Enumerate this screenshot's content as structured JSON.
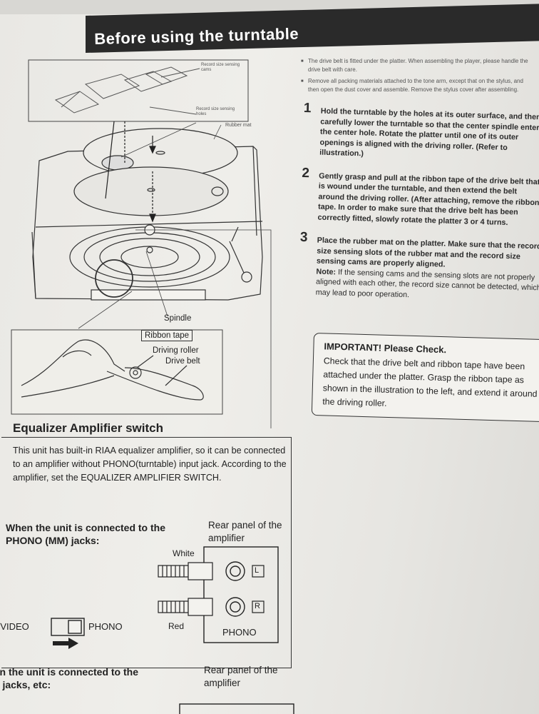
{
  "title": "Before using the turntable",
  "notes": [
    "The drive belt is fitted under the platter. When assembling the player, please handle the drive belt with care.",
    "Remove all packing materials attached to the tone arm, except that on the stylus, and then open the dust cover and assemble. Remove the stylus cover after assembling."
  ],
  "steps": [
    {
      "num": "1",
      "text": "Hold the turntable by the holes at its outer surface, and then carefully lower the turntable so that the center spindle enters the center hole. Rotate the platter until one of its outer openings is aligned with the driving roller. (Refer to illustration.)"
    },
    {
      "num": "2",
      "text": "Gently grasp and pull at the ribbon tape of the drive belt that is wound under the turntable, and then extend the belt around the driving roller. (After attaching, remove the ribbon tape. In order to make sure that the drive belt has been correctly fitted, slowly rotate the platter 3 or 4 turns."
    },
    {
      "num": "3",
      "text": "Place the rubber mat on the platter. Make sure that the record size sensing slots of the rubber mat and the record size sensing cams are properly aligned.",
      "note_label": "Note:",
      "note": "If the sensing cams and the sensing slots are not properly aligned with each other, the record size cannot be detected, which may lead to poor operation."
    }
  ],
  "important": {
    "heading": "IMPORTANT!  Please Check.",
    "text": "Check that the drive belt and ribbon tape have been attached under the platter. Grasp the ribbon tape as shown in the illustration to the left, and extend it around the driving roller."
  },
  "diagram_labels": {
    "record_size_cams": "Record size sensing cams",
    "record_size_holes": "Record size sensing holes",
    "rubber_mat": "Rubber mat",
    "spindle": "Spindle",
    "ribbon_tape": "Ribbon tape",
    "driving_roller": "Driving roller",
    "drive_belt": "Drive belt"
  },
  "equalizer": {
    "title": "Equalizer Amplifier switch",
    "description": "This unit has built-in RIAA equalizer amplifier, so it can be connected to an amplifier without PHONO(turntable) input jack. According to the amplifier, set the EQUALIZER AMPLIFIER SWITCH.",
    "phono_case": "When the unit is connected to the PHONO (MM) jacks:",
    "rear_panel": "Rear panel of the amplifier",
    "white": "White",
    "red": "Red",
    "l": "L",
    "r": "R",
    "phono_jack": "PHONO",
    "switch_left": "AUX/VIDEO",
    "switch_right": "PHONO",
    "aux_case": "When the unit is connected to the AUX jacks, etc:",
    "rear_panel_2": "Rear panel of the amplifier"
  }
}
